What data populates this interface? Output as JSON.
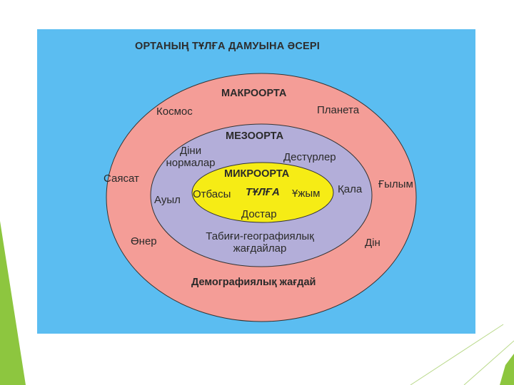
{
  "diagram": {
    "title": "ОРТАНЫҢ ТҰЛҒА ДАМУЫНА ӘСЕРІ",
    "colors": {
      "background": "#5bbdf1",
      "macro": "#f49d97",
      "meso": "#b3aed9",
      "micro": "#f6ec15",
      "accent_green": "#8dc63f"
    },
    "macro": {
      "heading": "МАКРООРТА",
      "items": [
        "Космос",
        "Планета",
        "Саясат",
        "Ғылым",
        "Өнер",
        "Дін",
        "Демографиялық жағдай"
      ]
    },
    "meso": {
      "heading": "МЕЗООРТА",
      "items": [
        "Діни нормалар",
        "Дестүрлер",
        "Ауыл",
        "Қала",
        "Табиғи-географиялық жағдайлар"
      ]
    },
    "micro": {
      "heading": "МИКРООРТА",
      "center": "ТҰЛҒА",
      "items": [
        "Отбасы",
        "Ұжым",
        "Достар"
      ]
    }
  }
}
